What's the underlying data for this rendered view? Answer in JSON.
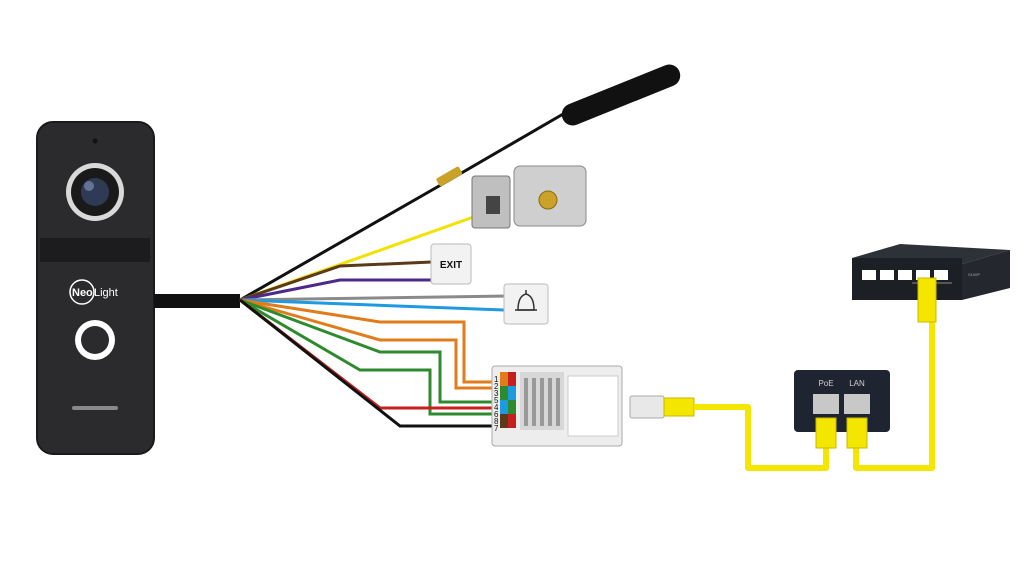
{
  "device": {
    "brand_left": "Neo",
    "brand_right": "Light"
  },
  "exit_button": {
    "label": "EXIT"
  },
  "bell_button": {
    "icon": "bell-icon"
  },
  "keystone": {
    "pin_numbers": [
      "1",
      "2",
      "3",
      "5",
      "4",
      "6",
      "8",
      "7"
    ]
  },
  "poe_injector": {
    "port_poe": "PoE",
    "port_lan": "LAN"
  },
  "switch": {
    "model": "S100P"
  },
  "colors": {
    "yellow": "#f2e200",
    "brown": "#5b3a1a",
    "purple": "#4b2a8a",
    "gray": "#8a8a8a",
    "blue": "#1e9be0",
    "orange": "#e07d1a",
    "green": "#2d8a2d",
    "red": "#c81e1e",
    "black": "#111111",
    "patch_cable": "#f5e600"
  }
}
